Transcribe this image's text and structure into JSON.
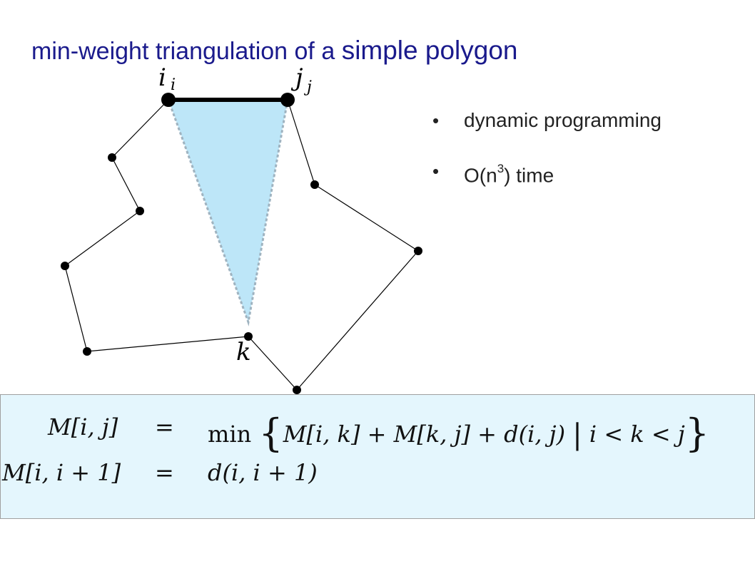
{
  "slide": {
    "title_prefix": "min-weight triangulation of a ",
    "title_suffix": "simple polygon"
  },
  "bullets": [
    {
      "text": "dynamic programming"
    },
    {
      "text_before": "O(n",
      "sup": "3",
      "text_after": ") time"
    }
  ],
  "diagram": {
    "labels": {
      "i": "i",
      "j": "j",
      "k": "k"
    },
    "colors": {
      "triangle_fill": "#bde6f8",
      "triangle_edge": "#9fb3c0",
      "polygon_edge": "#000000",
      "chord": "#000000"
    }
  },
  "formula": {
    "row1": {
      "lhs": "M[i, j]",
      "eq": "=",
      "op": "min",
      "expr": "M[i, k] + M[k, j] + d(i, j)",
      "cond": "i < k < j"
    },
    "row2": {
      "lhs": "M[i, i + 1]",
      "eq": "=",
      "rhs": "d(i, i + 1)"
    }
  }
}
